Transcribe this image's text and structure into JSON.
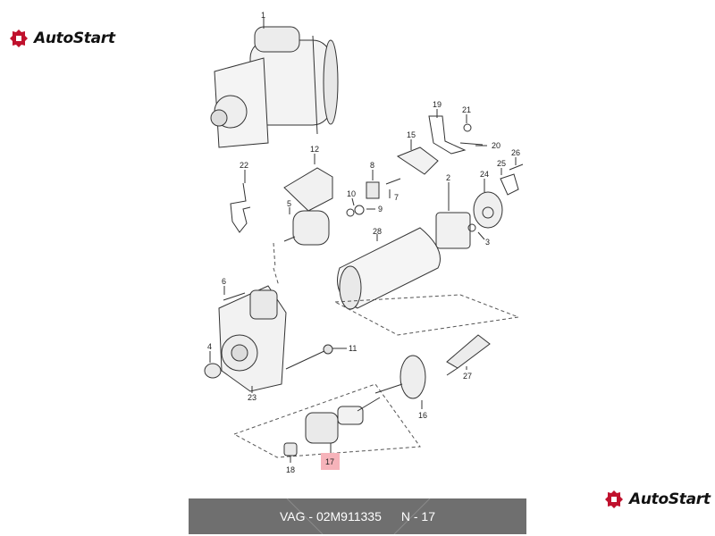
{
  "brand": {
    "name": "AutoStart",
    "color": "#c0112d",
    "logo_icon": "gear-puzzle-icon"
  },
  "footer": {
    "part_number": "VAG - 02M911335",
    "position": "N - 17"
  },
  "diagram": {
    "highlight": "17",
    "highlight_color": "#f6b3ba",
    "callouts": [
      "1",
      "2",
      "3",
      "4",
      "5",
      "6",
      "7",
      "8",
      "9",
      "10",
      "11",
      "12",
      "15",
      "16",
      "17",
      "18",
      "19",
      "20",
      "21",
      "22",
      "23",
      "24",
      "25",
      "26",
      "27",
      "28"
    ]
  }
}
